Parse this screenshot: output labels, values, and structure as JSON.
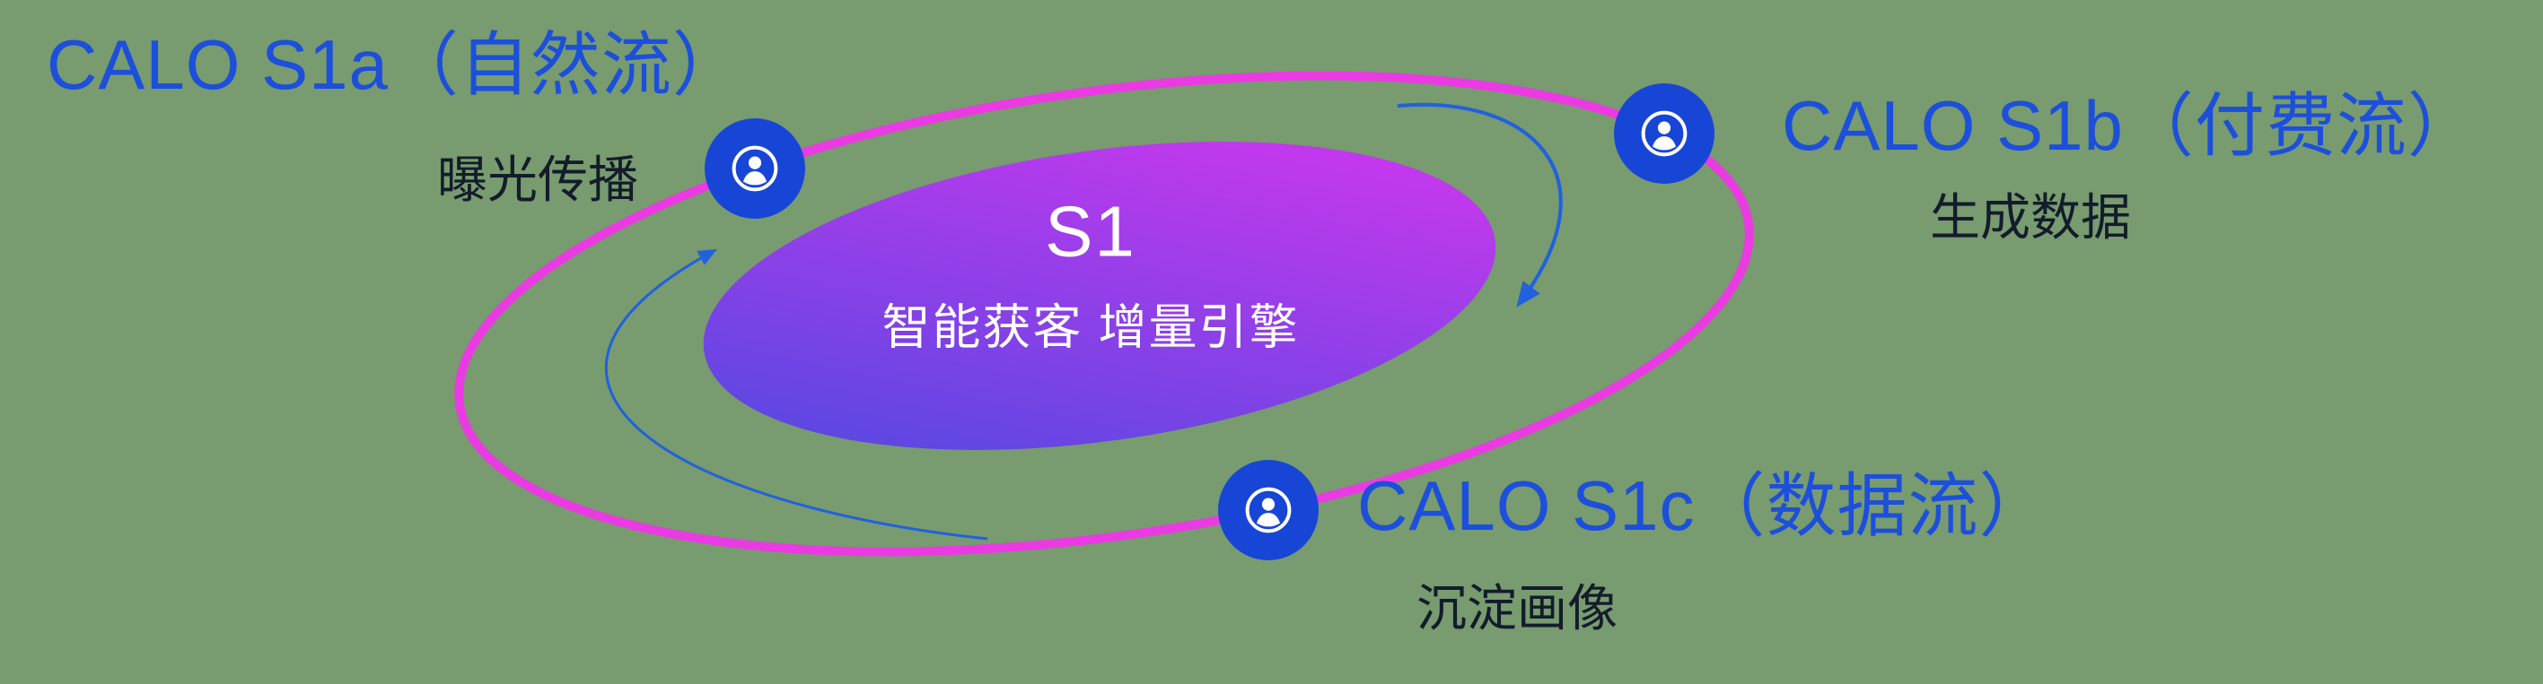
{
  "colors": {
    "bg": "#789B6F",
    "accent": "#1C4FDB",
    "dark": "#131C2B",
    "ring": "#EA3BE2",
    "node": "#1746D6",
    "arrow": "#2161DE",
    "grad-a": "#4A4AE0",
    "grad-b": "#D935F0"
  },
  "center": {
    "title": "S1",
    "subtitle": "智能获客  增量引擎"
  },
  "nodes": [
    {
      "id": "s1a",
      "label": "CALO S1a（自然流）",
      "sublabel": "曝光传播",
      "icon": "user-icon"
    },
    {
      "id": "s1b",
      "label": "CALO S1b（付费流）",
      "sublabel": "生成数据",
      "icon": "user-icon"
    },
    {
      "id": "s1c",
      "label": "CALO S1c（数据流）",
      "sublabel": "沉淀画像",
      "icon": "user-icon"
    }
  ]
}
